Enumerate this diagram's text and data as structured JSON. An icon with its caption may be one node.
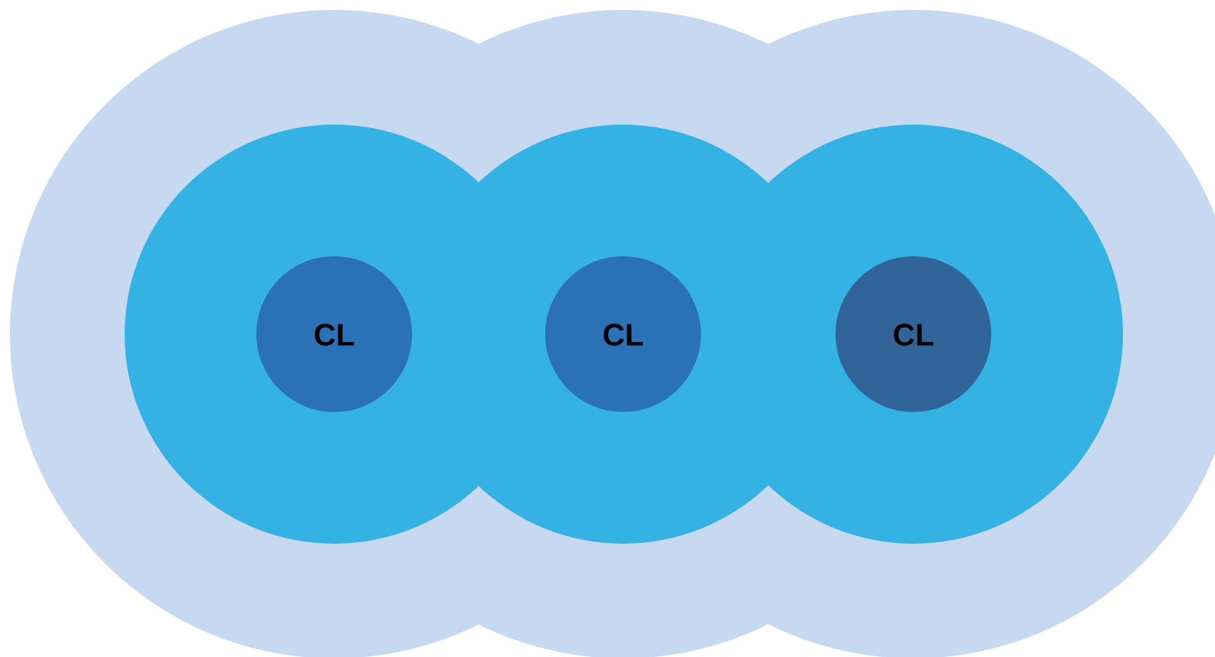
{
  "diagram": {
    "nodes": [
      {
        "text": [
          "CL"
        ]
      },
      {
        "text": [
          "CL"
        ]
      },
      {
        "text": [
          "CL"
        ]
      }
    ]
  }
}
